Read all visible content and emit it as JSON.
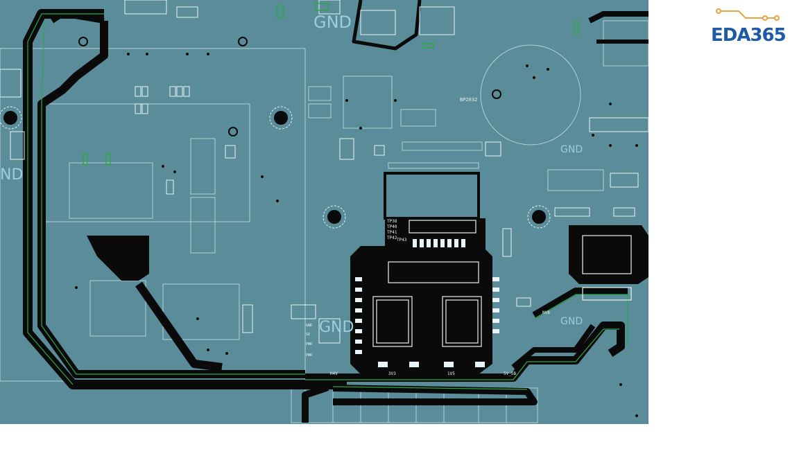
{
  "logo": {
    "text": "EDA365",
    "accent": "#1f5aa6",
    "trace_color": "#e8a33d"
  },
  "board": {
    "background": "#5a8c99",
    "trace_color": "#0a0a0a",
    "net_color": "#2ea84a",
    "silk_color": "#e8f4f7",
    "gnd_labels": [
      "GND",
      "GND",
      "GND",
      "GND",
      "ND"
    ],
    "component_refs": [
      "BP2032",
      "TP38",
      "TP40",
      "TP41",
      "TP42",
      "TP43"
    ],
    "rail_labels": [
      "H4V",
      "3V3",
      "1V5",
      "5V_SB",
      "NV8"
    ],
    "connector_pins": [
      "GND",
      "SD",
      "PWR",
      "PWR"
    ]
  }
}
